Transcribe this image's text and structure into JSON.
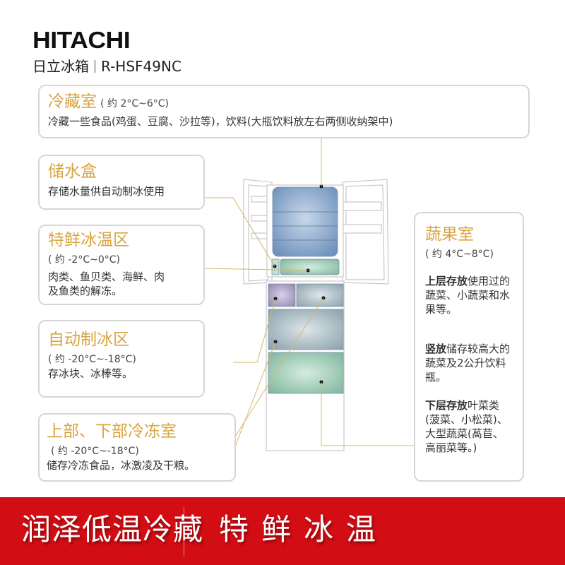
{
  "header": {
    "brand": "HITACHI",
    "product_line": "日立冰箱",
    "model": "R-HSF49NC"
  },
  "zones": {
    "fridge": {
      "title": "冷藏室",
      "temp": "( 约 2°C~6°C)",
      "desc": "冷藏一些食品(鸡蛋、豆腐、沙拉等)，饮料(大瓶饮料放左右两侧收纳架中)"
    },
    "water_tank": {
      "title": "储水盒",
      "desc": "存储水量供自动制冰使用"
    },
    "chill_zone": {
      "title": "特鲜冰温区",
      "temp": "( 约 -2°C~0°C)",
      "desc_line1": "肉类、鱼贝类、海鲜、肉",
      "desc_line2": "及鱼类的解冻。"
    },
    "ice_maker": {
      "title": "自动制冰区",
      "temp": "( 约 -20°C~-18°C)",
      "desc": "存冰块、冰棒等。"
    },
    "freezer": {
      "title": "上部、下部冷冻室",
      "temp": "( 约 -20°C~-18°C)",
      "desc": "储存冷冻食品，冰激凌及干粮。"
    },
    "vegetable": {
      "title": "蔬果室",
      "temp": "( 约 4°C~8°C)",
      "block1_bold": "上层存放",
      "block1_rest": "使用过的蔬菜、小蔬菜和水果等。",
      "block2_bold": "竖放",
      "block2_rest": "储存较高大的蔬菜及2公升饮料瓶。",
      "block3_bold": "下层存放",
      "block3_rest": "叶菜类(菠菜、小松菜)、大型蔬菜(萵苣、高丽菜等。)"
    }
  },
  "banner": {
    "left_text": "润泽低温冷藏",
    "right_text": "特鲜冰温"
  },
  "colors": {
    "accent_gold": "#d9a441",
    "banner_red": "#d20d13",
    "leader_line": "#d9b56a"
  }
}
